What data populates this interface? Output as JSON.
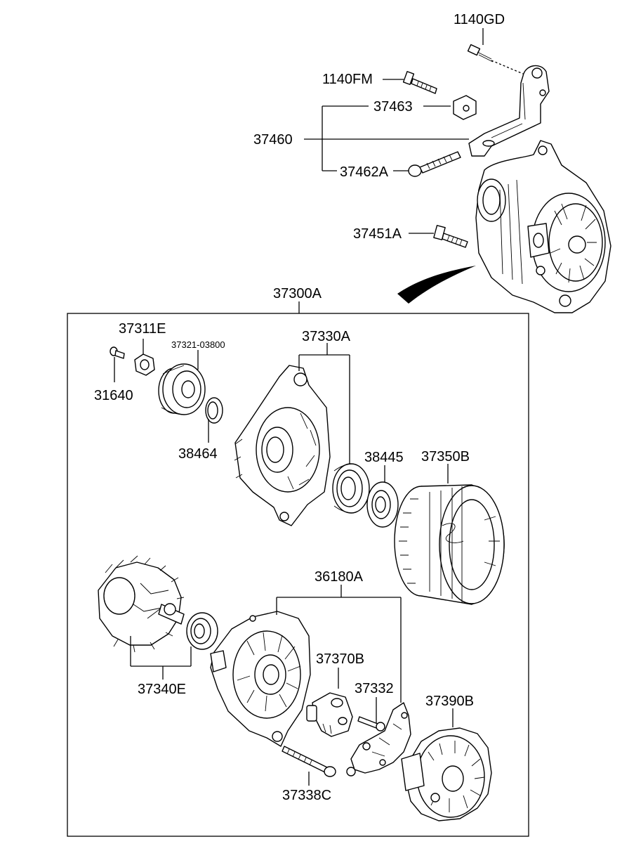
{
  "labels": {
    "p1140GD": "1140GD",
    "p1140FM": "1140FM",
    "p37463": "37463",
    "p37460": "37460",
    "p37462A": "37462A",
    "p37451A": "37451A",
    "p37300A": "37300A",
    "p37311E": "37311E",
    "p37321": "37321-03800",
    "p31640": "31640",
    "p37330A": "37330A",
    "p38464": "38464",
    "p38445": "38445",
    "p37350B": "37350B",
    "p36180A": "36180A",
    "p37370B": "37370B",
    "p37332": "37332",
    "p37390B": "37390B",
    "p37340E": "37340E",
    "p37338C": "37338C"
  }
}
